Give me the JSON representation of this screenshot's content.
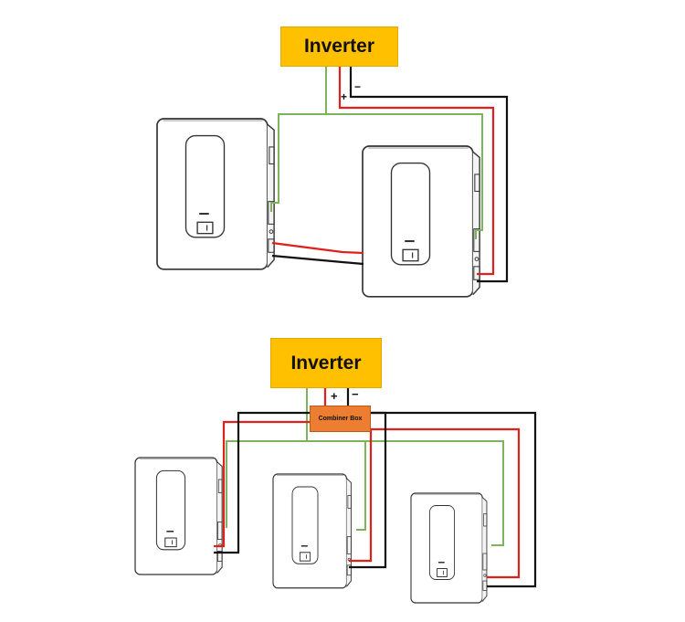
{
  "diagram_top": {
    "inverter_label": "Inverter",
    "plus_label": "+",
    "minus_label": "−"
  },
  "diagram_bottom": {
    "inverter_label": "Inverter",
    "combiner_label": "Combiner Box",
    "plus_label": "+",
    "minus_label": "−"
  },
  "colors": {
    "inverter_fill": "#ffc000",
    "combiner_fill": "#ed7d31",
    "wire_positive": "#e0201b",
    "wire_negative": "#111111",
    "wire_communication": "#7ab55c"
  }
}
